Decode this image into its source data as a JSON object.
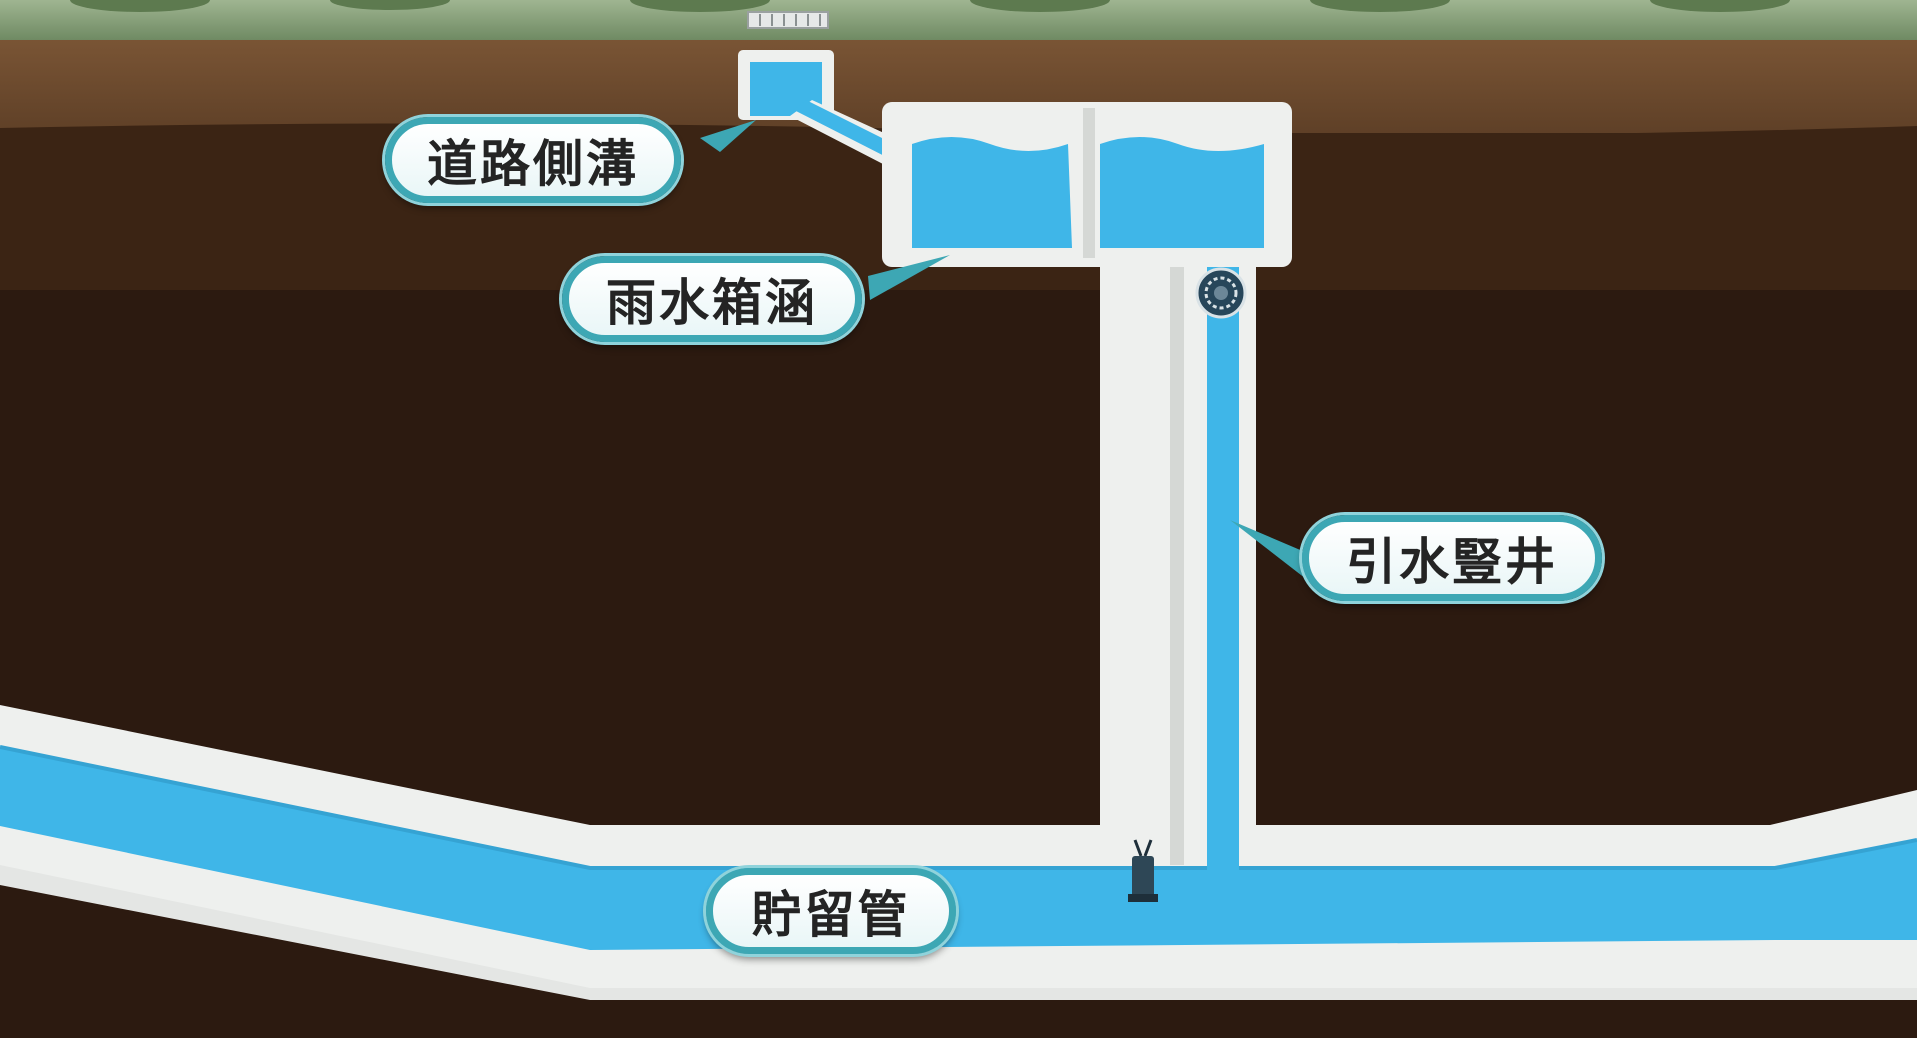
{
  "labels": {
    "road_gutter": "道路側溝",
    "rain_box_culvert": "雨水箱涵",
    "intake_shaft": "引水豎井",
    "storage_pipe": "貯留管"
  },
  "colors": {
    "grass": "#7f9a72",
    "topsoil": "#6b4a2e",
    "soil": "#3b2414",
    "deep_soil": "#2c1a10",
    "water": "#3fb6e8",
    "concrete": "#eef0ee",
    "label_border": "#3da7b4"
  },
  "icons": {
    "grate": "drain-grate-icon",
    "screen": "trash-screen-icon",
    "pump": "submersible-pump-icon"
  }
}
